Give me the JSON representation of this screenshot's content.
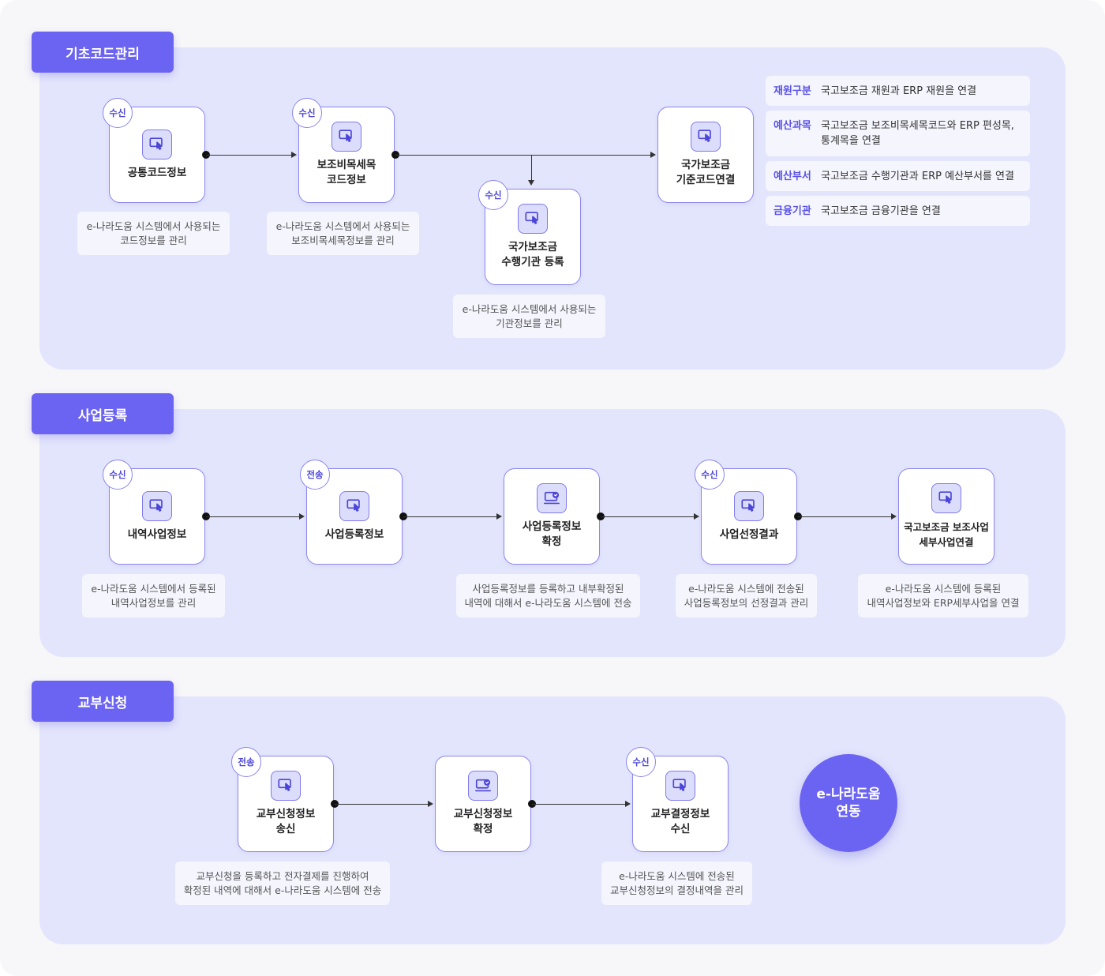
{
  "sections": [
    {
      "title": "기초코드관리"
    },
    {
      "title": "사업등록"
    },
    {
      "title": "교부신청"
    }
  ],
  "badges": {
    "receive": "수신",
    "send": "전송"
  },
  "section1": {
    "nodes": [
      {
        "label": "공통코드정보",
        "badge": "수신",
        "desc": "e-나라도움 시스템에서 사용되는\n코드정보를 관리"
      },
      {
        "label": "보조비목세목\n코드정보",
        "badge": "수신",
        "desc": "e-나라도움 시스템에서 사용되는\n보조비목세목정보를 관리"
      },
      {
        "label": "국가보조금\n수행기관 등록",
        "badge": "수신",
        "desc": "e-나라도움 시스템에서 사용되는\n기관정보를 관리"
      },
      {
        "label": "국가보조금\n기준코드연결"
      }
    ],
    "mappings": [
      {
        "key": "재원구분",
        "value": "국고보조금 재원과 ERP 재원을 연결"
      },
      {
        "key": "예산과목",
        "value": "국고보조금 보조비목세목코드와 ERP 편성목,\n통계목을 연결"
      },
      {
        "key": "예산부서",
        "value": "국고보조금 수행기관과 ERP 예산부서를 연결"
      },
      {
        "key": "금융기관",
        "value": "국고보조금 금융기관을 연결"
      }
    ]
  },
  "section2": {
    "nodes": [
      {
        "label": "내역사업정보",
        "badge": "수신",
        "desc": "e-나라도움 시스템에서 등록된\n내역사업정보를 관리"
      },
      {
        "label": "사업등록정보",
        "badge": "전송"
      },
      {
        "label": "사업등록정보\n확정",
        "desc": "사업등록정보를 등록하고 내부확정된\n내역에 대해서 e-나라도움 시스템에 전송"
      },
      {
        "label": "사업선정결과",
        "badge": "수신",
        "desc": "e-나라도움 시스템에 전송된\n사업등록정보의 선정결과 관리"
      },
      {
        "label": "국고보조금 보조사업\n세부사업연결",
        "desc": "e-나라도움 시스템에 등록된\n내역사업정보와 ERP세부사업을 연결"
      }
    ]
  },
  "section3": {
    "nodes": [
      {
        "label": "교부신청정보\n송신",
        "badge": "전송",
        "desc": "교부신청을 등록하고 전자결제를 진행하여\n확정된 내역에 대해서 e-나라도움 시스템에 전송"
      },
      {
        "label": "교부신청정보\n확정"
      },
      {
        "label": "교부결정정보\n수신",
        "badge": "수신",
        "desc": "e-나라도움 시스템에 전송된\n교부신청정보의 결정내역을 관리"
      }
    ],
    "circle": "e-나라도움\n연동"
  },
  "colors": {
    "accent": "#6b63f2",
    "panel": "#e3e5fc",
    "border": "#8b86ee"
  },
  "icons": {
    "touch": "touch-screen-icon",
    "check": "monitor-check-icon"
  }
}
